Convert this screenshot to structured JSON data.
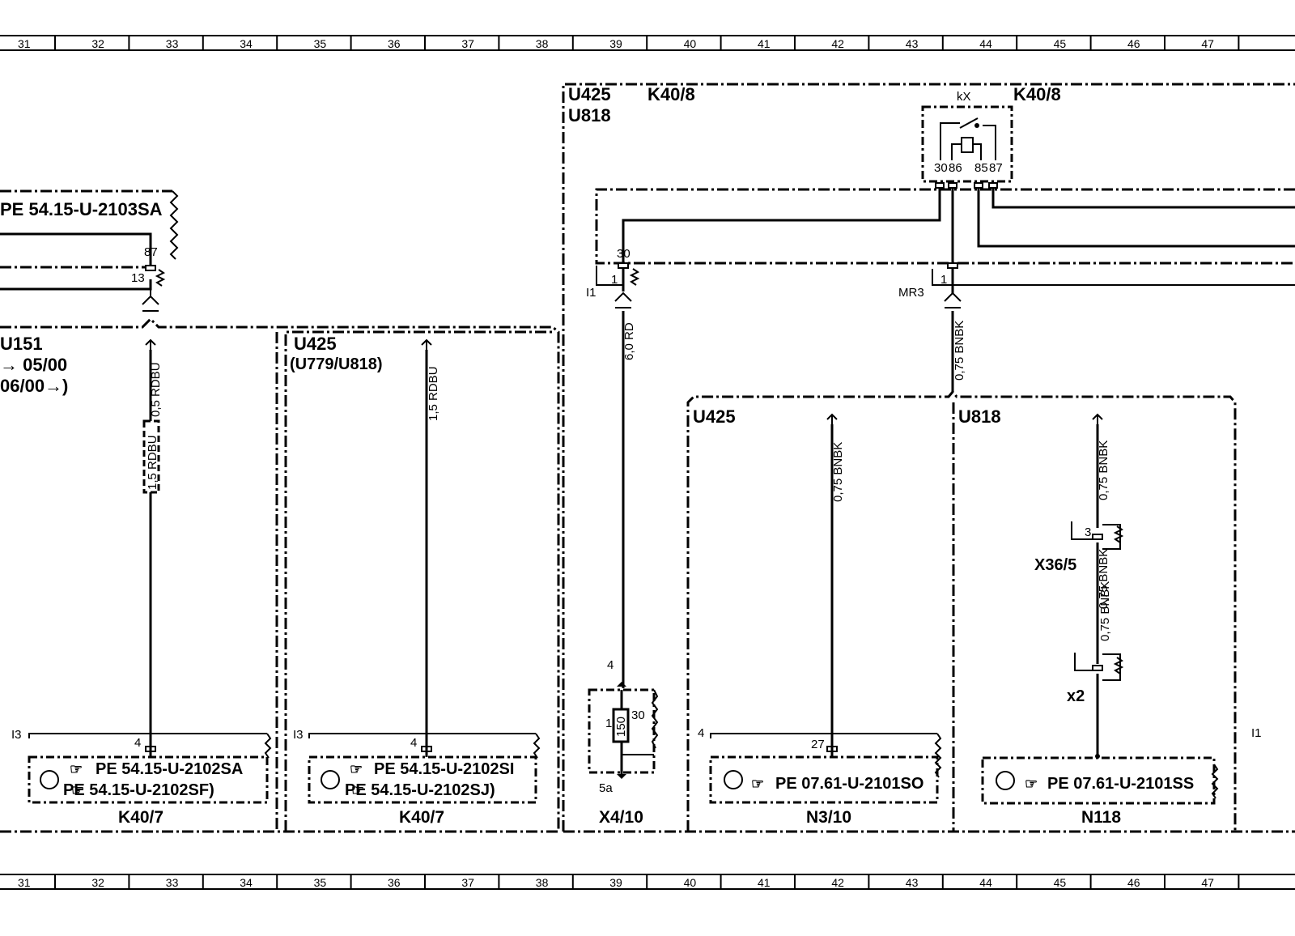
{
  "ruler": {
    "columns": [
      "31",
      "32",
      "33",
      "34",
      "35",
      "36",
      "37",
      "38",
      "39",
      "40",
      "41",
      "42",
      "43",
      "44",
      "45",
      "46",
      "47"
    ]
  },
  "boxes": {
    "left_top_ref": "PE 54.15-U-2103SA",
    "left_top_pin87": "87",
    "left_top_pin13": "13",
    "left_group_code": "U151",
    "left_group_date1": "→ 05/00",
    "left_group_date2": "06/00→)",
    "mid_group_code": "U425",
    "mid_group_codes": "(U779/U818)",
    "right_top_code1": "U425",
    "right_top_code2": "U818",
    "right_top_relay": "K40/8",
    "relay_label": "kX",
    "relay_name": "K40/8",
    "relay_pins": [
      "30",
      "86",
      "85",
      "87"
    ],
    "pin30": "30",
    "pin1_left": "1",
    "pin1_right": "1",
    "label_I1": "I1",
    "label_MR3": "MR3",
    "sub_left_code": "U425",
    "sub_right_code": "U818"
  },
  "wires": {
    "w1a": "0,5 RDBU",
    "w1b": "1,5 RDBU",
    "w2": "1,5 RDBU",
    "w3": "6,0 RD",
    "w4": "0,75 BNBK",
    "w5": "0,75 BNBK",
    "w6a": "0,75 BNBK",
    "w6b": "0,75 BNBK",
    "w6c": "0,75 BNBK"
  },
  "components": {
    "k407a": {
      "label_I": "I3",
      "pin": "4",
      "ref1": "PE 54.15-U-2102SA",
      "ref2": "PE 54.15-U-2102SF)",
      "name": "K40/7"
    },
    "k407b": {
      "label_I": "I3",
      "pin": "4",
      "ref1": "PE 54.15-U-2102SI",
      "ref2": "PE 54.15-U-2102SJ)",
      "name": "K40/7"
    },
    "x410": {
      "pin_top": "4",
      "pin_side": "1",
      "rating": "150",
      "pin30": "30",
      "pin_bottom": "5a",
      "name": "X4/10"
    },
    "n310": {
      "label_I": "4",
      "pin": "27",
      "ref": "PE 07.61-U-2101SO",
      "name": "N3/10"
    },
    "n118": {
      "ref": "PE 07.61-U-2101SS",
      "name": "N118",
      "right_edge": "I1"
    },
    "x365": {
      "pin": "3",
      "name": "X36/5"
    },
    "x2": {
      "name": "x2"
    }
  }
}
